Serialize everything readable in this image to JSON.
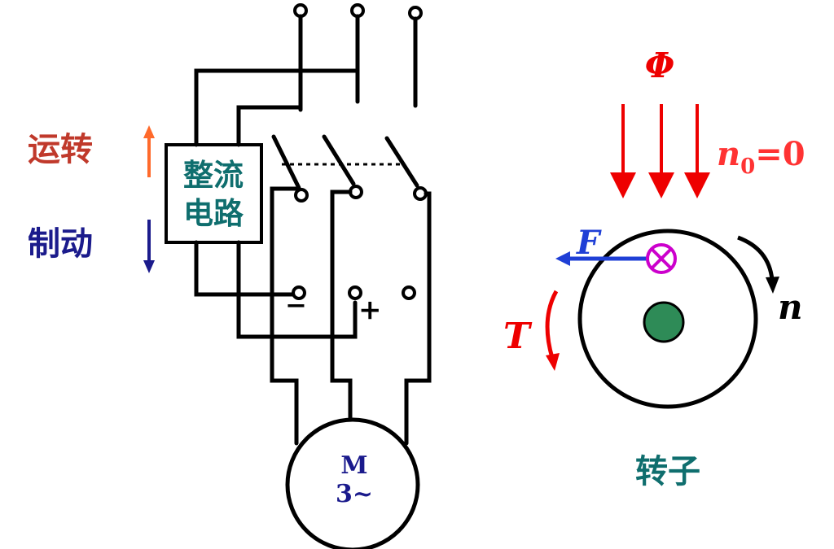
{
  "left": {
    "run_label": "运转",
    "brake_label": "制动",
    "rectifier_line1": "整流",
    "rectifier_line2": "电路",
    "minus_sign": "−",
    "plus_sign": "+",
    "motor_line1": "M",
    "motor_line2": "3~"
  },
  "right": {
    "flux_label": "Φ",
    "n0_symbol": "n",
    "n0_subscript": "0",
    "n0_value": "=0",
    "force_label": "F",
    "torque_label": "T",
    "speed_label": "n",
    "rotor_caption": "转子"
  },
  "colors": {
    "wire": "#000000",
    "run": "#c0392b",
    "run_arrow": "#ff6a2b",
    "brake": "#1b1b8c",
    "teal_text": "#0f6e6e",
    "flux": "#ee0000",
    "n0": "#ff3333",
    "force": "#1f3fd6",
    "conductor": "#cc00cc",
    "shaft": "#2e8b57",
    "motor_text": "#1a1a8c"
  }
}
